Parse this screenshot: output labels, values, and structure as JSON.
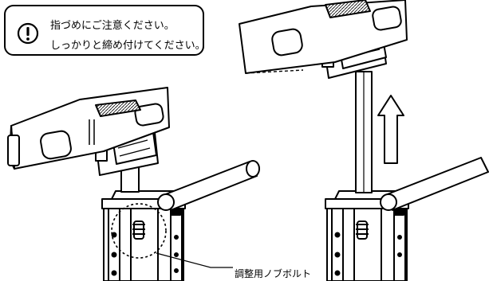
{
  "caution": {
    "icon": "exclamation-circle-icon",
    "line1": "指づめにご注意ください。",
    "line2": "しっかりと締め付けてください。"
  },
  "callout": {
    "label": "調整用ノブボルト"
  },
  "arrow": {
    "icon": "up-arrow-icon",
    "direction": "up"
  }
}
